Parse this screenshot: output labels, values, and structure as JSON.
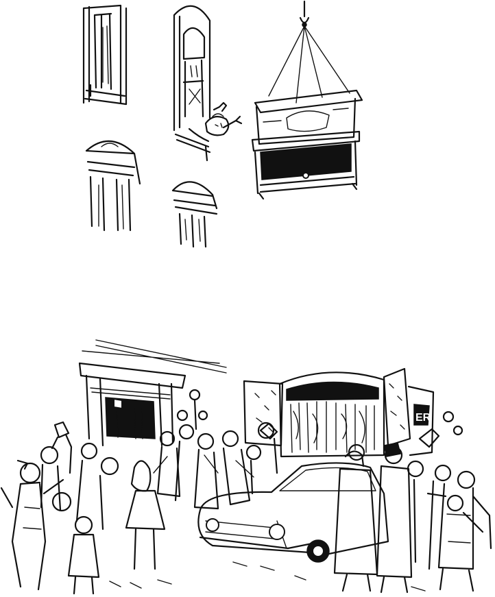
{
  "illustration": {
    "top_scene": "piano-hoist",
    "bottom_scene": "crowd-at-door",
    "ink_color": "#111111",
    "paper_color": "#ffffff"
  },
  "truck_sign": {
    "text": "ER"
  }
}
